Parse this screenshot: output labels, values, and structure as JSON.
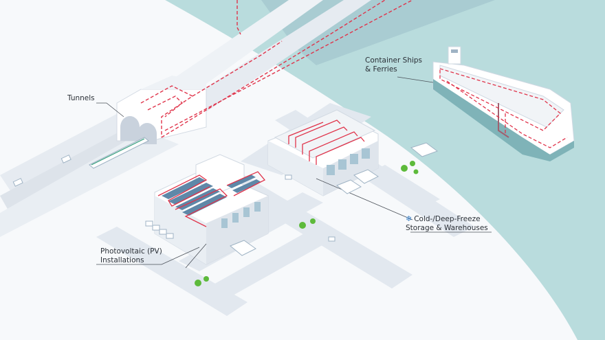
{
  "labels": {
    "tunnels": "Tunnels",
    "ships_line1": "Container Ships",
    "ships_line2": "& Ferries",
    "cold_line1": "Cold-/Deep-Freeze",
    "cold_line2": "Storage & Warehouses",
    "pv_line1": "Photovoltaic (PV)",
    "pv_line2": "Installations"
  },
  "icons": {
    "cold_storage": "snowflake-icon",
    "snowflake_glyph": "❄"
  },
  "colors": {
    "sea": "#b9dcdd",
    "sky_band": "#9fc2cc",
    "land": "#f7f9fb",
    "road": "#e2e8ef",
    "building": "#ffffff",
    "building_shadow": "#d6dde6",
    "heating_cable": "#e0334a",
    "solar": "#5f88a8",
    "tree": "#5dba3b",
    "label_text": "#2a2f36",
    "leader_line": "#4a5058"
  }
}
